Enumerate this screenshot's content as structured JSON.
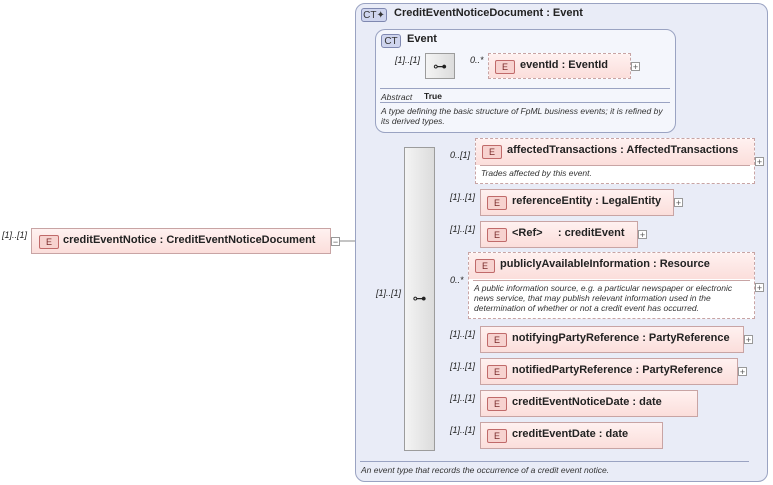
{
  "root": {
    "cardinality": "[1]..[1]",
    "badge": "E",
    "name": "creditEventNotice",
    "type_sep": ":",
    "type": "CreditEventNoticeDocument"
  },
  "complex_type": {
    "badge": "CT",
    "title": "CreditEventNoticeDocument : Event",
    "doc": "An event type that records the occurrence of a credit event notice."
  },
  "base_type": {
    "badge": "CT",
    "title": "Event",
    "seq_cardinality": "[1]..[1]",
    "child": {
      "cardinality": "0..*",
      "badge": "E",
      "name": "eventId",
      "type": ": EventId"
    },
    "abstract_label": "Abstract",
    "abstract_value": "True",
    "doc": "A type defining the basic structure of FpML business events; it is refined by its derived types."
  },
  "sequence": {
    "cardinality": "[1]..[1]"
  },
  "elements": [
    {
      "cardinality": "0..[1]",
      "badge": "E",
      "label": "affectedTransactions : AffectedTransactions",
      "doc": "Trades affected by this event."
    },
    {
      "cardinality": "[1]..[1]",
      "badge": "E",
      "label": "referenceEntity : LegalEntity"
    },
    {
      "cardinality": "[1]..[1]",
      "badge": "E",
      "label": "<Ref>     : creditEvent"
    },
    {
      "cardinality": "0..*",
      "badge": "E",
      "label": "publiclyAvailableInformation : Resource",
      "doc": "A public information source, e.g. a particular newspaper or electronic news service, that may publish relevant information used in the determination of whether or not a credit event has occurred."
    },
    {
      "cardinality": "[1]..[1]",
      "badge": "E",
      "label": "notifyingPartyReference : PartyReference"
    },
    {
      "cardinality": "[1]..[1]",
      "badge": "E",
      "label": "notifiedPartyReference : PartyReference"
    },
    {
      "cardinality": "[1]..[1]",
      "badge": "E",
      "label": "creditEventNoticeDate : date"
    },
    {
      "cardinality": "[1]..[1]",
      "badge": "E",
      "label": "creditEventDate : date"
    }
  ],
  "icons": {
    "expand": "plus-icon",
    "collapse": "minus-icon",
    "sequence": "sequence-icon",
    "ct_extension": "extension-icon"
  }
}
